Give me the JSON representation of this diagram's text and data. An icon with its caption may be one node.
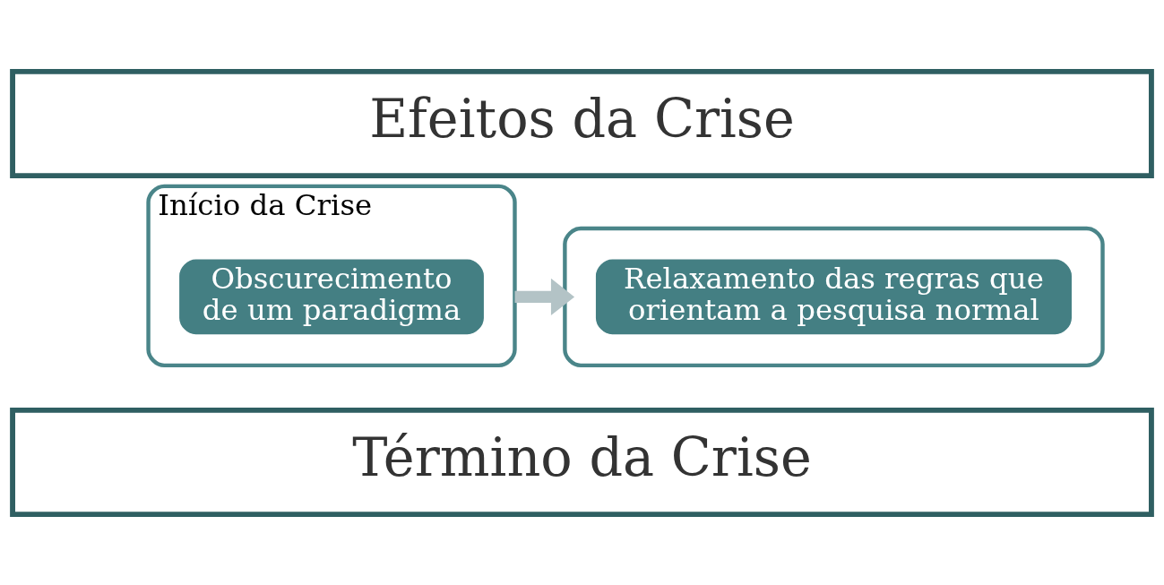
{
  "diagram": {
    "nodes": [
      {
        "text": [
          "Efeitos da Crise"
        ]
      },
      {
        "text": [
          "Início da Crise"
        ]
      },
      {
        "text": [
          "Obscurecimento de um paradigma"
        ],
        "in": 1
      },
      {
        "text": [],
        "shape": "box"
      },
      {
        "text": [
          "Relaxamento das regras que orientam a pesquisa normal"
        ],
        "in": 3
      },
      {
        "text": [
          "Término da Crise"
        ]
      }
    ],
    "edges": [
      {
        "from": 1,
        "to": 3,
        "arrow": "to"
      }
    ]
  }
}
